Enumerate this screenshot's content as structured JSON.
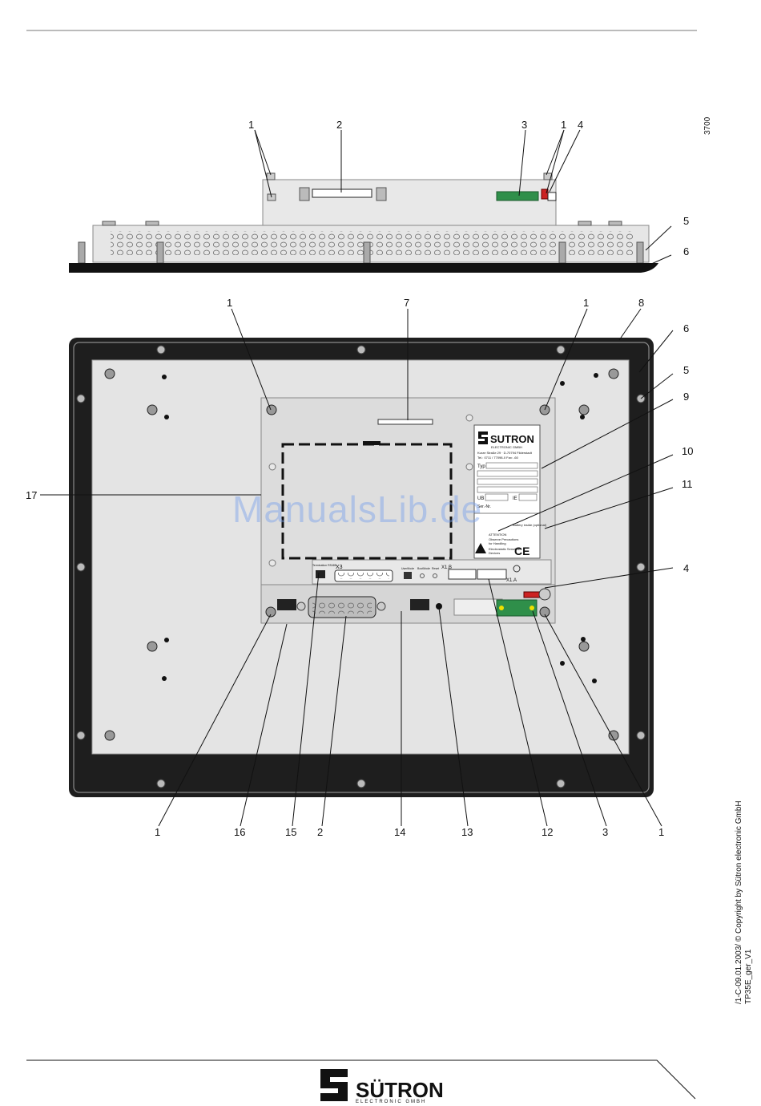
{
  "figure_code": "3700",
  "callouts_top": [
    "1",
    "2",
    "3",
    "1",
    "4",
    "5",
    "6"
  ],
  "callouts_main_top": [
    "1",
    "7",
    "1",
    "8",
    "6",
    "5",
    "9",
    "10",
    "11",
    "17",
    "4"
  ],
  "callouts_bottom": [
    "1",
    "16",
    "15",
    "2",
    "14",
    "13",
    "12",
    "3",
    "1"
  ],
  "label_plate": {
    "brand": "SUTRON",
    "brand_sub": "ELECTRONIC GMBH",
    "address": "Kurze Straße 29 · D-70794 Filderstadt",
    "phone": "Tel.: 0711 / 77098-0   Fax: -60",
    "typ": "Typ",
    "ub": "UB",
    "ie": "IE",
    "serial": "Ser.-Nr."
  },
  "esd": {
    "attention": "ATTENTION",
    "observe": "Observe Precautions",
    "handling": "for Handling",
    "electrostatic": "Electrostatic Sensitive",
    "devices": "Devices"
  },
  "battery_note": "Battery inside (optional)",
  "ce_mark": "CE",
  "connectors": {
    "x3": "X3",
    "x1b": "X1.B",
    "x1a": "X1.A",
    "termination": "Termination RS485",
    "led_labels": [
      "UserMode",
      "BootMode",
      "Reset"
    ]
  },
  "watermark": "ManualsLib.de",
  "side_copyright": "/1-C-09.01.2003/ © Copyright by Sütron electronic GmbH",
  "side_docid": "TP35E_ger_V1",
  "footer": {
    "brand": "SÜTRON",
    "sub": "ELECTRONIC GMBH"
  },
  "colors": {
    "bezel": "#1e1e1e",
    "panel": "#e4e4e4",
    "connector_green": "#2f8f4a",
    "accent_red": "#cc2222"
  }
}
